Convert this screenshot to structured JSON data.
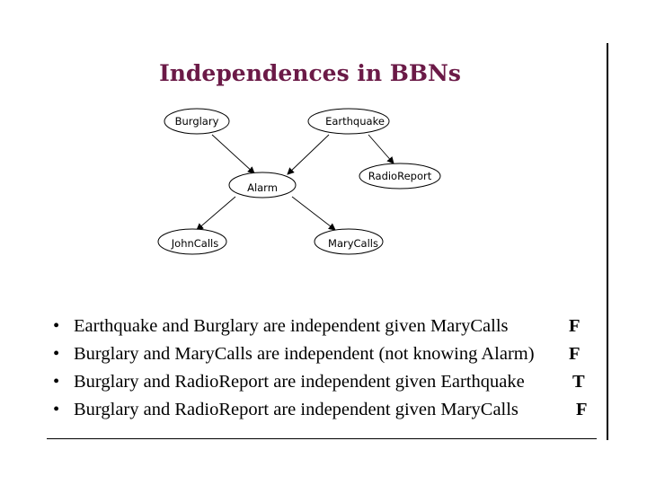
{
  "title": "Independences in BBNs",
  "nodes": {
    "burglary": "Burglary",
    "earthquake": "Earthquake",
    "radioreport": "RadioReport",
    "alarm": "Alarm",
    "johncalls": "JohnCalls",
    "marycalls": "MaryCalls"
  },
  "statements": [
    {
      "bullet": "•",
      "text": "Earthquake and Burglary are independent given MaryCalls",
      "answer": "F"
    },
    {
      "bullet": "•",
      "text": "Burglary and MaryCalls are independent (not knowing Alarm)",
      "answer": "F"
    },
    {
      "bullet": "•",
      "text": "Burglary and RadioReport are independent given Earthquake",
      "answer": "T"
    },
    {
      "bullet": "•",
      "text": "Burglary and RadioReport are independent given MaryCalls",
      "answer": "F"
    }
  ]
}
